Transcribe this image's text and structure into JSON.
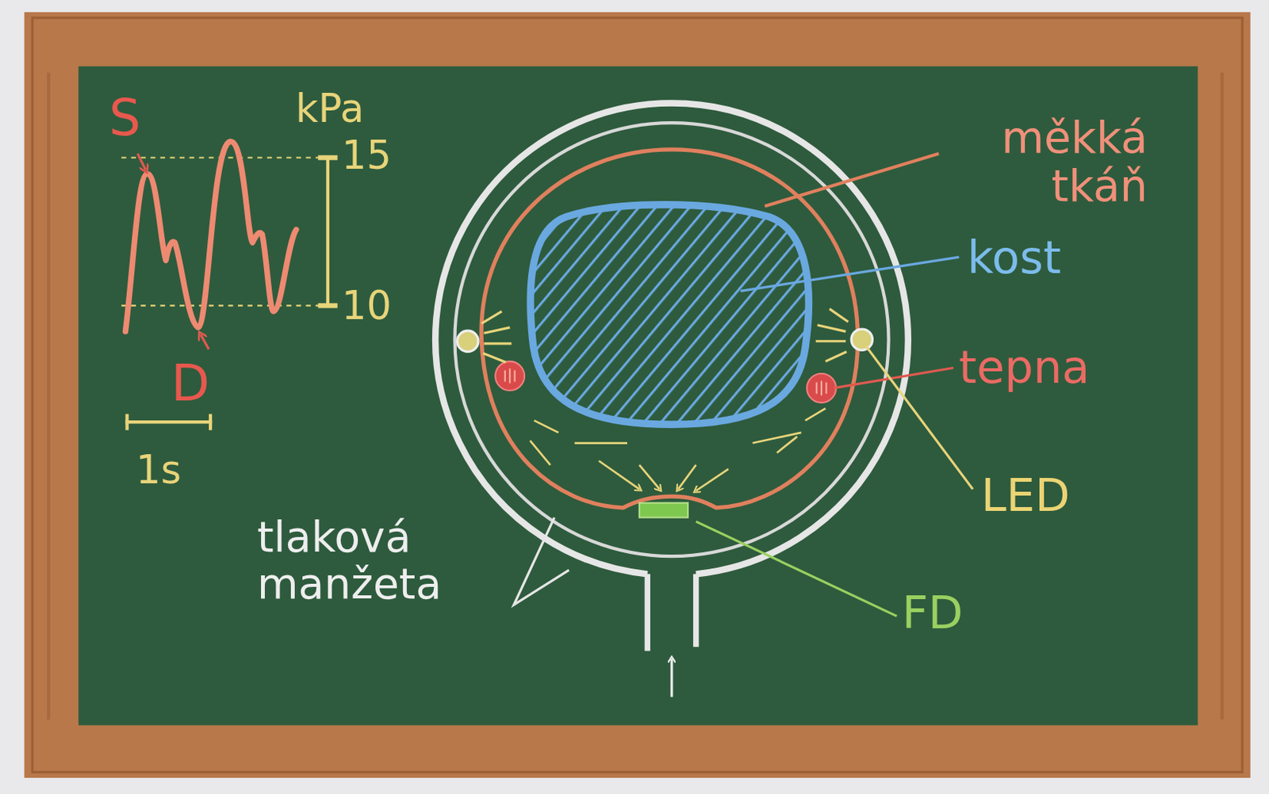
{
  "diagram": {
    "labels": [
      "S",
      "kPa",
      "15",
      "10",
      "D",
      "1s",
      "měkká tkáň",
      "kost",
      "tepna",
      "LED",
      "FD",
      "tlaková manžeta"
    ]
  }
}
